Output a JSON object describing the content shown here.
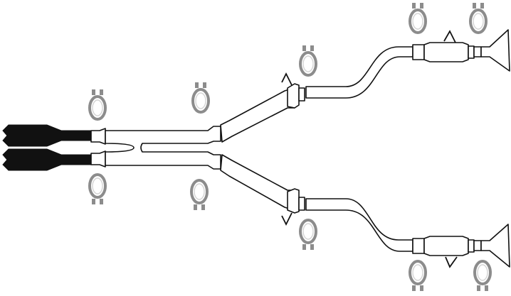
{
  "colors": {
    "background": "#ffffff",
    "outline": "#111111",
    "clamp": "#8c8c8c",
    "clamp_highlight": "#d4d4d4"
  },
  "icons": [
    "exhaust-manifold-flange",
    "h-pipe-crossover",
    "y-pipe-section",
    "intermediate-pipe",
    "muffler",
    "exhaust-tip",
    "pipe-clamp-icon",
    "hanger-bracket-icon"
  ]
}
